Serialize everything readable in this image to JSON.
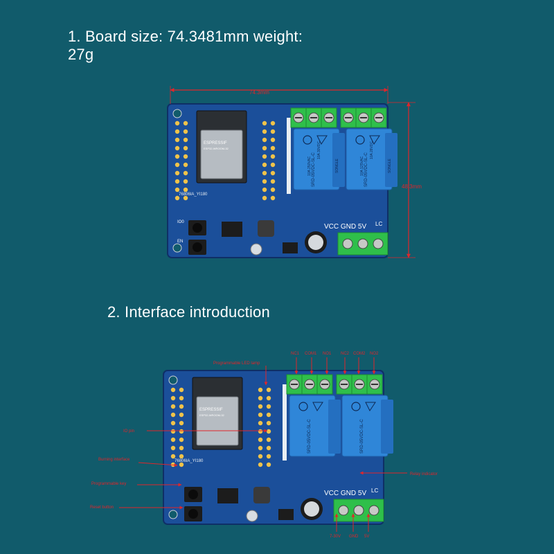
{
  "headings": {
    "size": "1. Board size: 74.3481mm weight:",
    "size_cont": "27g",
    "interface": "2. Interface introduction"
  },
  "board": {
    "chip_brand": "ESPRESSIF",
    "chip_model": "ESP32-WROOM-32",
    "pcb_label": "76806IA_YI180",
    "relay_model": "SRD-05VDC-SL-C",
    "relay_brand": "SONGLE",
    "relay_rating_a": "10A 250VAC",
    "relay_rating_b": "10A 125VAC",
    "relay_rating_c": "10A 30VDC",
    "relay_rating_d": "10A 28VDC",
    "power_label": "VCC GND 5V",
    "corner_label": "LC",
    "btn1_label": "IO0",
    "btn2_label": "EN"
  },
  "dimensions": {
    "width": "74.3mm",
    "height": "48.3mm"
  },
  "annotations": {
    "terminals": [
      "NC1",
      "COM1",
      "NO1",
      "NC2",
      "COM2",
      "NO2"
    ],
    "led": "Programmable LED lamp",
    "io": "IO pin",
    "burn": "Burning interface",
    "key": "Programmable key",
    "reset": "Reset button",
    "relay_ind": "Relay indicator",
    "power": [
      "7-30V",
      "GND",
      "5V"
    ]
  },
  "colors": {
    "background": "#115b6b",
    "pcb": "#1b4f9a",
    "terminal": "#2fbf4a",
    "relay": "#2f86d8",
    "arrow": "#e0262b"
  }
}
